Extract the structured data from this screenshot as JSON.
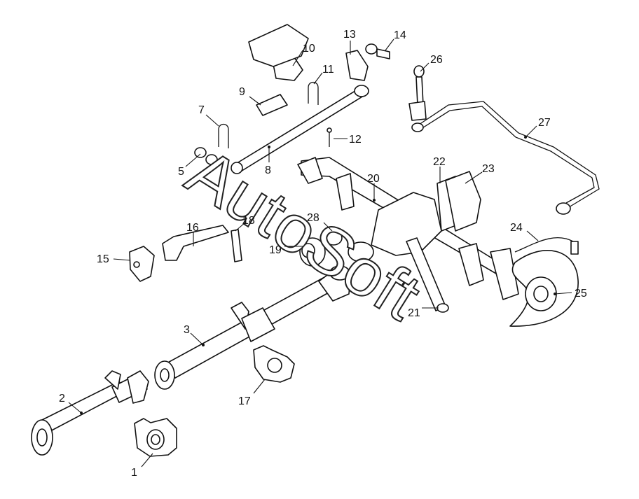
{
  "watermark": "AutoSoft",
  "callouts": [
    {
      "id": "c1",
      "label": "1"
    },
    {
      "id": "c2",
      "label": "2"
    },
    {
      "id": "c3",
      "label": "3"
    },
    {
      "id": "c5",
      "label": "5"
    },
    {
      "id": "c7",
      "label": "7"
    },
    {
      "id": "c8",
      "label": "8"
    },
    {
      "id": "c9",
      "label": "9"
    },
    {
      "id": "c10",
      "label": "10"
    },
    {
      "id": "c11",
      "label": "11"
    },
    {
      "id": "c12",
      "label": "12"
    },
    {
      "id": "c13",
      "label": "13"
    },
    {
      "id": "c14",
      "label": "14"
    },
    {
      "id": "c15",
      "label": "15"
    },
    {
      "id": "c16",
      "label": "16"
    },
    {
      "id": "c17",
      "label": "17"
    },
    {
      "id": "c18",
      "label": "18"
    },
    {
      "id": "c19",
      "label": "19"
    },
    {
      "id": "c20",
      "label": "20"
    },
    {
      "id": "c21",
      "label": "21"
    },
    {
      "id": "c22",
      "label": "22"
    },
    {
      "id": "c23",
      "label": "23"
    },
    {
      "id": "c24",
      "label": "24"
    },
    {
      "id": "c25",
      "label": "25"
    },
    {
      "id": "c26",
      "label": "26"
    },
    {
      "id": "c27",
      "label": "27"
    },
    {
      "id": "c28",
      "label": "28"
    }
  ]
}
